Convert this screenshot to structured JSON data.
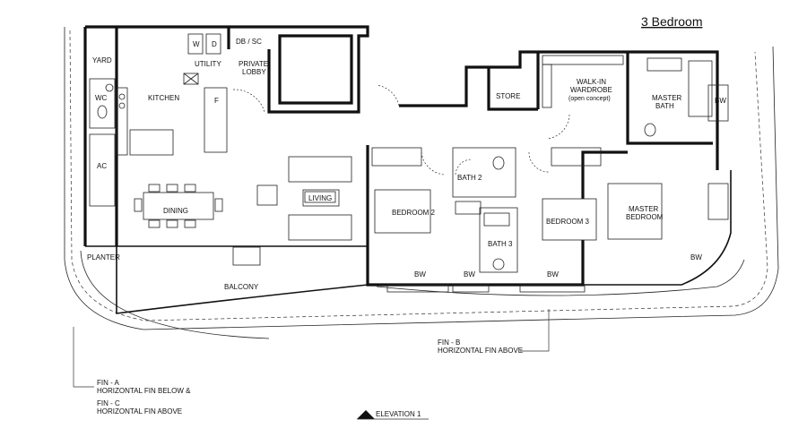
{
  "title": "3 Bedroom",
  "rooms": {
    "yard": "YARD",
    "kitchen": "KITCHEN",
    "utility": "UTILITY",
    "washer": "W",
    "dryer": "D",
    "fridge": "F",
    "db_sc": "DB / SC",
    "private_lobby_1": "PRIVATE",
    "private_lobby_2": "LOBBY",
    "wc": "WC",
    "ac": "AC",
    "dining": "DINING",
    "living": "LIVING",
    "planter": "PLANTER",
    "balcony": "BALCONY",
    "store": "STORE",
    "walkin_1": "WALK-IN",
    "walkin_2": "WARDROBE",
    "walkin_3": "(open concept)",
    "master_bath_1": "MASTER",
    "master_bath_2": "BATH",
    "bedroom2": "BEDROOM 2",
    "bath2": "BATH 2",
    "bath3": "BATH 3",
    "bedroom3": "BEDROOM 3",
    "master_bedroom_1": "MASTER",
    "master_bedroom_2": "BEDROOM"
  },
  "bw_labels": [
    "BW",
    "BW",
    "BW",
    "BW",
    "BW"
  ],
  "notes": {
    "fin_b_1": "FIN - B",
    "fin_b_2": "HORIZONTAL FIN ABOVE",
    "fin_a_1": "FIN - A",
    "fin_a_2": "HORIZONTAL FIN BELOW &",
    "fin_c_1": "FIN - C",
    "fin_c_2": "HORIZONTAL FIN ABOVE",
    "elevation": "ELEVATION 1"
  }
}
